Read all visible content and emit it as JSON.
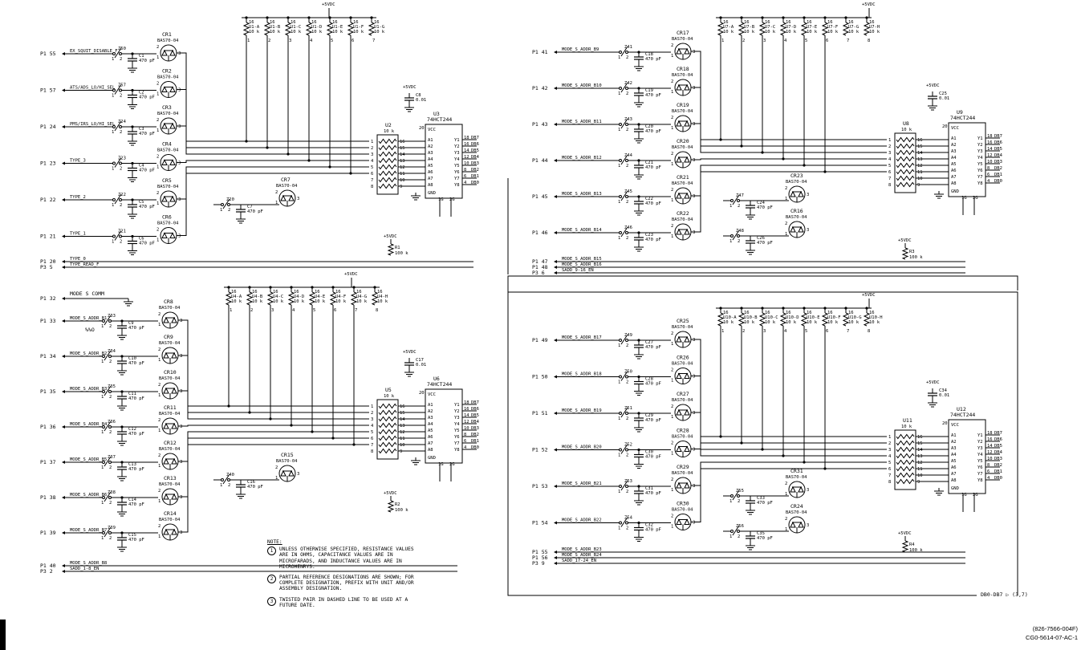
{
  "supply": "+5VDC",
  "quadrants": [
    {
      "id": "q1",
      "pullups": [
        "U1-A",
        "U1-B",
        "U1-C",
        "U1-D",
        "U1-E",
        "U1-F",
        "U1-G"
      ],
      "connectors": [
        {
          "pin": "P1 55",
          "signal": "EX_SQUIT_DISABLE_F",
          "twist": "Z50",
          "cap": "C1",
          "diode": "CR1"
        },
        {
          "pin": "P1 57",
          "signal": "ATS/ADS_LO/HI_SEL",
          "twist": "Z57",
          "cap": "C2",
          "diode": "CR2"
        },
        {
          "pin": "P1 24",
          "signal": "PMS/IRS_LO/HI_SEL",
          "twist": "Z24",
          "cap": "C3",
          "diode": "CR3"
        },
        {
          "pin": "P1 23",
          "signal": "TYPE_3",
          "twist": "Z23",
          "cap": "C4",
          "diode": "CR4"
        },
        {
          "pin": "P1 22",
          "signal": "TYPE_2",
          "twist": "Z22",
          "cap": "C5",
          "diode": "CR5"
        },
        {
          "pin": "P1 21",
          "signal": "TYPE_1",
          "twist": "Z21",
          "cap": "C6",
          "diode": "CR6"
        }
      ],
      "extra_lines": [
        {
          "pin": "P1 20",
          "signal": "TYPE_0"
        },
        {
          "pin": "P3 5",
          "signal": "TYPE_READ_F"
        }
      ],
      "sip": {
        "ref": "U2",
        "value": "10 k"
      },
      "buffer": {
        "ref": "U3",
        "part": "74HCT244"
      },
      "bypass": {
        "ref": "C8",
        "value": "0.01"
      },
      "cr_extra": "CR7",
      "z_extra": "Z20",
      "cap_extra": "C7",
      "res": {
        "ref": "R1",
        "value": "100 k"
      }
    },
    {
      "id": "q2",
      "pullups": [
        "U7-A",
        "U7-B",
        "U7-C",
        "U7-D",
        "U7-E",
        "U7-F",
        "U7-G",
        "U7-H"
      ],
      "connectors": [
        {
          "pin": "P1 41",
          "signal": "MODE_S_ADDR_B9",
          "twist": "Z41",
          "cap": "C18",
          "diode": "CR17"
        },
        {
          "pin": "P1 42",
          "signal": "MODE_S_ADDR_B10",
          "twist": "Z42",
          "cap": "C19",
          "diode": "CR18"
        },
        {
          "pin": "P1 43",
          "signal": "MODE_S_ADDR_B11",
          "twist": "Z43",
          "cap": "C20",
          "diode": "CR19"
        },
        {
          "pin": "P1 44",
          "signal": "MODE_S_ADDR_B12",
          "twist": "Z44",
          "cap": "C21",
          "diode": "CR20"
        },
        {
          "pin": "P1 45",
          "signal": "MODE_S_ADDR_B13",
          "twist": "Z45",
          "cap": "C22",
          "diode": "CR21"
        },
        {
          "pin": "P1 46",
          "signal": "MODE_S_ADDR_B14",
          "twist": "Z46",
          "cap": "C23",
          "diode": "CR22"
        }
      ],
      "extra_lines": [
        {
          "pin": "P1 47",
          "signal": "MODE_S_ADDR_B15"
        },
        {
          "pin": "P1 48",
          "signal": "MODE_S_ADDR_B16"
        },
        {
          "pin": "P3 6",
          "signal": "SADD_9-16_EN"
        }
      ],
      "sip": {
        "ref": "U8",
        "value": "10 k"
      },
      "buffer": {
        "ref": "U9",
        "part": "74HCT244"
      },
      "bypass": {
        "ref": "C25",
        "value": "0.01"
      },
      "cr_extra": "CR23",
      "cr_extra2": "CR16",
      "z_extra": "Z47",
      "z_extra2": "Z48",
      "cap_extra": "C24",
      "cap_extra2": "C26",
      "res": {
        "ref": "R3",
        "value": "100 k"
      }
    },
    {
      "id": "q3",
      "pullups": [
        "U4-A",
        "U4-B",
        "U4-C",
        "U4-D",
        "U4-E",
        "U4-F",
        "U4-G",
        "U4-H"
      ],
      "connectors": [
        {
          "pin": "P1 33",
          "signal": "MODE_S_ADDR_B1",
          "twist": "Z33",
          "cap": "C9",
          "diode": "CR8"
        },
        {
          "pin": "P1 34",
          "signal": "MODE_S_ADDR_B2",
          "twist": "Z34",
          "cap": "C10",
          "diode": "CR9"
        },
        {
          "pin": "P1 35",
          "signal": "MODE_S_ADDR_B3",
          "twist": "Z35",
          "cap": "C11",
          "diode": "CR10"
        },
        {
          "pin": "P1 36",
          "signal": "MODE_S_ADDR_B4",
          "twist": "Z36",
          "cap": "C12",
          "diode": "CR11"
        },
        {
          "pin": "P1 37",
          "signal": "MODE_S_ADDR_B5",
          "twist": "Z37",
          "cap": "C13",
          "diode": "CR12"
        },
        {
          "pin": "P1 38",
          "signal": "MODE_S_ADDR_B6",
          "twist": "Z38",
          "cap": "C14",
          "diode": "CR13"
        },
        {
          "pin": "P1 39",
          "signal": "MODE_S_ADDR_B7",
          "twist": "Z39",
          "cap": "C15",
          "diode": "CR14"
        }
      ],
      "extra_lines": [
        {
          "pin": "P1 40",
          "signal": "MODE_S_ADDR_B8"
        },
        {
          "pin": "P3 2",
          "signal": "SADD_1-8_EN"
        }
      ],
      "top_line": {
        "pin": "P1 32",
        "signal": "MODE S COMM"
      },
      "marker": "%%O",
      "sip": {
        "ref": "U5",
        "value": "10 k"
      },
      "buffer": {
        "ref": "U6",
        "part": "74HCT244"
      },
      "bypass": {
        "ref": "C17",
        "value": "0.01"
      },
      "cr_extra": "CR15",
      "z_extra": "Z40",
      "cap_extra": "C16",
      "res": {
        "ref": "R2",
        "value": "100 k"
      }
    },
    {
      "id": "q4",
      "pullups": [
        "U10-A",
        "U10-B",
        "U10-C",
        "U10-D",
        "U10-E",
        "U10-F",
        "U10-G",
        "U10-H"
      ],
      "connectors": [
        {
          "pin": "P1 49",
          "signal": "MODE_S_ADDR_B17",
          "twist": "Z49",
          "cap": "C27",
          "diode": "CR25"
        },
        {
          "pin": "P1 50",
          "signal": "MODE_S_ADDR_B18",
          "twist": "Z50",
          "cap": "C28",
          "diode": "CR26"
        },
        {
          "pin": "P1 51",
          "signal": "MODE_S_ADDR_B19",
          "twist": "Z51",
          "cap": "C29",
          "diode": "CR27"
        },
        {
          "pin": "P1 52",
          "signal": "MODE_S_ADDR_B20",
          "twist": "Z52",
          "cap": "C30",
          "diode": "CR28"
        },
        {
          "pin": "P1 53",
          "signal": "MODE_S_ADDR_B21",
          "twist": "Z53",
          "cap": "C31",
          "diode": "CR29"
        },
        {
          "pin": "P1 54",
          "signal": "MODE_S_ADDR_B22",
          "twist": "Z54",
          "cap": "C32",
          "diode": "CR30"
        }
      ],
      "extra_lines": [
        {
          "pin": "P1 55",
          "signal": "MODE_S_ADDR_B23"
        },
        {
          "pin": "P1 56",
          "signal": "MODE_S_ADDR_B24"
        },
        {
          "pin": "P3 9",
          "signal": "SADD_17-24_EN"
        }
      ],
      "sip": {
        "ref": "U11",
        "value": "10 k"
      },
      "buffer": {
        "ref": "U12",
        "part": "74HCT244"
      },
      "bypass": {
        "ref": "C34",
        "value": "0.01"
      },
      "cr_extra": "CR31",
      "cr_extra2": "CR24",
      "z_extra": "Z55",
      "z_extra2": "Z56",
      "cap_extra": "C33",
      "cap_extra2": "C35",
      "res": {
        "ref": "R4",
        "value": "100 k"
      }
    }
  ],
  "labels": {
    "diode_part": "BAS70-04",
    "cap_value": "470 pF",
    "res_value": "10 k",
    "pin_vcc": "VCC",
    "pin_gnd": "GND",
    "inputs": [
      "A1",
      "A2",
      "A3",
      "A4",
      "A5",
      "A6",
      "A7",
      "A8"
    ],
    "outputs": [
      "Y1",
      "Y2",
      "Y3",
      "Y4",
      "Y5",
      "Y6",
      "Y7",
      "Y8"
    ],
    "bus": [
      "DB7",
      "DB6",
      "DB5",
      "DB4",
      "DB3",
      "DB2",
      "DB1",
      "DB0"
    ],
    "enables": [
      "1G",
      "2G"
    ]
  },
  "notes": {
    "title": "NOTE:",
    "items": [
      {
        "num": "1",
        "text": "UNLESS OTHERWISE SPECIFIED, RESISTANCE VALUES ARE IN OHMS, CAPACITANCE VALUES ARE IN MICROFARADS, AND INDUCTANCE VALUES ARE IN MICROHENRYS."
      },
      {
        "num": "2",
        "text": "PARTIAL REFERENCE DESIGNATIONS ARE SHOWN; FOR COMPLETE DESIGNATION, PREFIX WITH UNIT AND/OR ASSEMBLY DESIGNATION."
      },
      {
        "num": "3",
        "text": "TWISTED PAIR IN DASHED LINE TO BE USED AT A FUTURE DATE."
      }
    ]
  },
  "bus_out": {
    "label": "DB0-DB7",
    "ref": "(3,7)"
  },
  "footer": {
    "doc": "(826-7566-004F)",
    "code": "CG0-5614-07-AC-1"
  }
}
